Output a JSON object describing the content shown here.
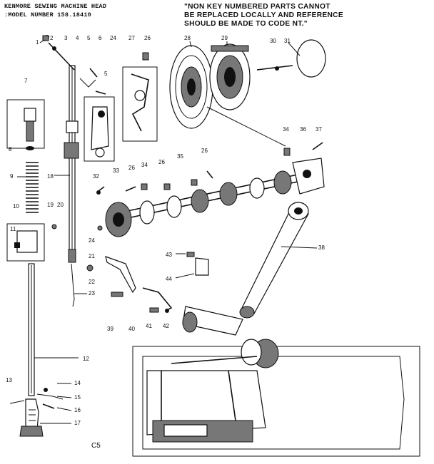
{
  "header": {
    "title_line1": "KENMORE SEWING MACHINE HEAD",
    "title_line2": ":MODEL NUMBER 158.18410"
  },
  "note": {
    "line1": "\"NON KEY NUMBERED PARTS CANNOT",
    "line2": "BE REPLACED LOCALLY AND REFERENCE",
    "line3": "SHOULD BE MADE TO CODE NT.\""
  },
  "page_code": "C5",
  "callouts": [
    "1",
    "2",
    "3",
    "4",
    "5",
    "5",
    "6",
    "24",
    "27",
    "26",
    "28",
    "29",
    "30",
    "31",
    "7",
    "8",
    "9",
    "18",
    "10",
    "11",
    "19",
    "20",
    "12",
    "13",
    "14",
    "15",
    "16",
    "17",
    "21",
    "22",
    "23",
    "33",
    "32",
    "26",
    "34",
    "26",
    "35",
    "26",
    "24",
    "34",
    "36",
    "37",
    "38",
    "43",
    "44",
    "39",
    "40",
    "41",
    "42"
  ]
}
